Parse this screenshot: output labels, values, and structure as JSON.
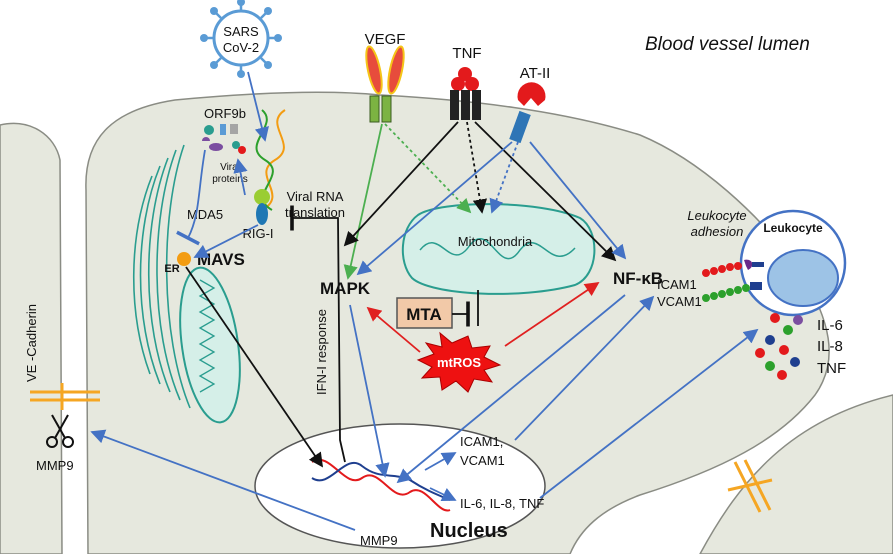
{
  "labels": {
    "lumen": "Blood vessel lumen",
    "sars": "SARS",
    "cov2": "CoV-2",
    "vegf": "VEGF",
    "tnf_receptor": "TNF",
    "at2": "AT-II",
    "orf9b": "ORF9b",
    "viral_proteins_1": "Viral",
    "viral_proteins_2": "proteins",
    "viral_rna_1": "Viral RNA",
    "viral_rna_2": "translation",
    "mda5": "MDA5",
    "rigi": "RIG-I",
    "er": "ER",
    "mavs": "MAVS",
    "mitochondria": "Mitochondria",
    "mapk": "MAPK",
    "mta": "MTA",
    "mtros": "mtROS",
    "nfkb": "NF-κB",
    "ifn_response": "IFN-I response",
    "ve_cadherin": "VE -Cadherin",
    "mmp9_left": "MMP9",
    "mmp9_nucleus": "MMP9",
    "icam_nuc_1": "ICAM1,",
    "icam_nuc_2": "VCAM1",
    "il_nuc": "IL-6, IL-8, TNF",
    "nucleus": "Nucleus",
    "leukocyte_adhesion_1": "Leukocyte",
    "leukocyte_adhesion_2": "adhesion",
    "leukocyte": "Leukocyte",
    "icam1": "ICAM1",
    "vcam1": "VCAM1",
    "il6": "IL-6",
    "il8": "IL-8",
    "tnf_out": "TNF"
  },
  "colors": {
    "cell": "#e6e8de",
    "cell_edge": "#8a8c84",
    "blue_arrow": "#4472c4",
    "green_arrow": "#4caf50",
    "red_arrow": "#e02020",
    "black_arrow": "#111111",
    "virus": "#5a9bd5",
    "mito_fill": "#d5efe8",
    "mito_edge": "#2a9d8f",
    "mtros": "#ee1111",
    "mta_box": "#f2c9a8",
    "cadherin": "#f5a623",
    "leukocyte_nucleus": "#9dc3e6"
  }
}
